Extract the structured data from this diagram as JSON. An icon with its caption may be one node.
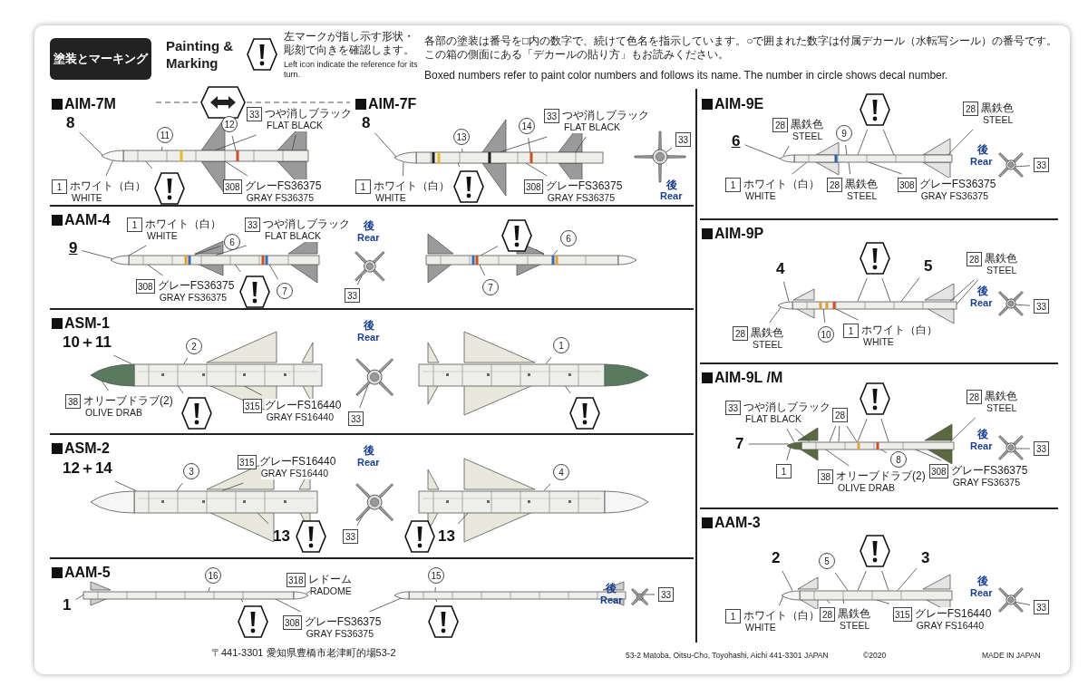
{
  "diagram": {
    "title": "塗装とマーキング",
    "nodes": [
      {
        "text": [
          "AIM-7M"
        ]
      },
      {
        "text": [
          "8"
        ],
        "in": 0
      },
      {
        "text": [
          "11"
        ],
        "in": 0
      },
      {
        "text": [
          "33",
          "つや消しブラック",
          "FLAT BLACK"
        ],
        "in": 0
      },
      {
        "text": [
          "12"
        ],
        "in": 0
      },
      {
        "text": [
          "1",
          "ホワイト（白）",
          "WHITE"
        ],
        "in": 0
      },
      {
        "text": [],
        "shape": "hexagon",
        "in": 0
      },
      {
        "text": [
          "308",
          "グレーFS36375",
          "GRAY FS36375"
        ],
        "in": 0
      },
      {
        "text": [
          "AIM-7F"
        ]
      },
      {
        "text": [
          "8"
        ],
        "in": 8
      },
      {
        "text": [
          "13"
        ],
        "in": 8
      },
      {
        "text": [
          "33",
          "つや消しブラック",
          "FLAT BLACK"
        ],
        "in": 8
      },
      {
        "text": [
          "14"
        ],
        "in": 8
      },
      {
        "text": [
          "1",
          "ホワイト（白）",
          "WHITE"
        ],
        "in": 8
      },
      {
        "text": [],
        "shape": "hexagon",
        "in": 8
      },
      {
        "text": [
          "308",
          "グレーFS36375",
          "GRAY FS36375"
        ],
        "in": 8
      },
      {
        "text": [
          "33"
        ],
        "in": 8
      },
      {
        "text": [
          "AAM-4"
        ]
      },
      {
        "text": [
          "9"
        ],
        "in": 17
      },
      {
        "text": [
          "1",
          "ホワイト（白）",
          "WHITE"
        ],
        "in": 17
      },
      {
        "text": [
          "6"
        ],
        "in": 17
      },
      {
        "text": [
          "33",
          "つや消しブラック",
          "FLAT BLACK"
        ],
        "in": 17
      },
      {
        "text": [
          "308",
          "グレーFS36375",
          "GRAY FS36375"
        ],
        "in": 17
      },
      {
        "text": [],
        "shape": "hexagon",
        "in": 17
      },
      {
        "text": [
          "7"
        ],
        "in": 17
      },
      {
        "text": [
          "33"
        ],
        "in": 17
      },
      {
        "text": [],
        "shape": "hexagon",
        "in": 17
      },
      {
        "text": [
          "6"
        ],
        "in": 17
      },
      {
        "text": [
          "7"
        ],
        "in": 17
      },
      {
        "text": [
          "ASM-1"
        ]
      },
      {
        "text": [
          "10＋11"
        ],
        "in": 29
      },
      {
        "text": [
          "2"
        ],
        "in": 29
      },
      {
        "text": [
          "38",
          "オリーブドラブ(2)",
          "OLIVE DRAB"
        ],
        "in": 29
      },
      {
        "text": [],
        "shape": "hexagon",
        "in": 29
      },
      {
        "text": [
          "315",
          "グレーFS16440",
          "GRAY FS16440"
        ],
        "in": 29
      },
      {
        "text": [
          "33"
        ],
        "in": 29
      },
      {
        "text": [
          "1"
        ],
        "in": 29
      },
      {
        "text": [],
        "shape": "hexagon",
        "in": 29
      },
      {
        "text": [
          "ASM-2"
        ]
      },
      {
        "text": [
          "12＋14"
        ],
        "in": 38
      },
      {
        "text": [
          "3"
        ],
        "in": 38
      },
      {
        "text": [
          "315",
          "グレーFS16440",
          "GRAY FS16440"
        ],
        "in": 38
      },
      {
        "text": [
          "13"
        ],
        "in": 38
      },
      {
        "text": [],
        "shape": "hexagon",
        "in": 38
      },
      {
        "text": [
          "33"
        ],
        "in": 38
      },
      {
        "text": [
          "4"
        ],
        "in": 38
      },
      {
        "text": [],
        "shape": "hexagon",
        "in": 38
      },
      {
        "text": [
          "13"
        ],
        "in": 38
      },
      {
        "text": [
          "AAM-5"
        ]
      },
      {
        "text": [
          "1"
        ],
        "in": 48
      },
      {
        "text": [
          "16"
        ],
        "in": 48
      },
      {
        "text": [
          "318",
          "レドーム",
          "RADOME"
        ],
        "in": 48
      },
      {
        "text": [
          "308",
          "グレーFS36375",
          "GRAY FS36375"
        ],
        "in": 48
      },
      {
        "text": [],
        "shape": "hexagon",
        "in": 48
      },
      {
        "text": [
          "15"
        ],
        "in": 48
      },
      {
        "text": [],
        "shape": "hexagon",
        "in": 48
      },
      {
        "text": [
          "33"
        ],
        "in": 48
      },
      {
        "text": [
          "AIM-9E"
        ]
      },
      {
        "text": [
          "6"
        ],
        "in": 57
      },
      {
        "text": [
          "28",
          "黒鉄色",
          "STEEL"
        ],
        "in": 57
      },
      {
        "text": [
          "9"
        ],
        "in": 57
      },
      {
        "text": [],
        "shape": "hexagon",
        "in": 57
      },
      {
        "text": [
          "28",
          "黒鉄色",
          "STEEL"
        ],
        "in": 57
      },
      {
        "text": [
          "1",
          "ホワイト（白）",
          "WHITE"
        ],
        "in": 57
      },
      {
        "text": [
          "28",
          "黒鉄色",
          "STEEL"
        ],
        "in": 57
      },
      {
        "text": [
          "308",
          "グレーFS36375",
          "GRAY FS36375"
        ],
        "in": 57
      },
      {
        "text": [
          "33"
        ],
        "in": 57
      },
      {
        "text": [
          "AIM-9P"
        ]
      },
      {
        "text": [
          "4"
        ],
        "in": 67
      },
      {
        "text": [],
        "shape": "hexagon",
        "in": 67
      },
      {
        "text": [
          "5"
        ],
        "in": 67
      },
      {
        "text": [
          "28",
          "黒鉄色",
          "STEEL"
        ],
        "in": 67
      },
      {
        "text": [
          "28",
          "黒鉄色",
          "STEEL"
        ],
        "in": 67
      },
      {
        "text": [
          "10"
        ],
        "in": 67
      },
      {
        "text": [
          "1",
          "ホワイト（白）",
          "WHITE"
        ],
        "in": 67
      },
      {
        "text": [
          "33"
        ],
        "in": 67
      },
      {
        "text": [
          "AIM-9L /M"
        ]
      },
      {
        "text": [
          "33",
          "つや消しブラック",
          "FLAT BLACK"
        ],
        "in": 76
      },
      {
        "text": [
          "28"
        ],
        "in": 76
      },
      {
        "text": [],
        "shape": "hexagon",
        "in": 76
      },
      {
        "text": [
          "28",
          "黒鉄色",
          "STEEL"
        ],
        "in": 76
      },
      {
        "text": [
          "7"
        ],
        "in": 76
      },
      {
        "text": [
          "1"
        ],
        "in": 76
      },
      {
        "text": [
          "38",
          "オリーブドラブ(2)",
          "OLIVE DRAB"
        ],
        "in": 76
      },
      {
        "text": [
          "8"
        ],
        "in": 76
      },
      {
        "text": [
          "308",
          "グレーFS36375",
          "GRAY FS36375"
        ],
        "in": 76
      },
      {
        "text": [
          "33"
        ],
        "in": 76
      },
      {
        "text": [
          "AAM-3"
        ]
      },
      {
        "text": [
          "2"
        ],
        "in": 87
      },
      {
        "text": [
          "5"
        ],
        "in": 87
      },
      {
        "text": [],
        "shape": "hexagon",
        "in": 87
      },
      {
        "text": [
          "3"
        ],
        "in": 87
      },
      {
        "text": [
          "1",
          "ホワイト（白）",
          "WHITE"
        ],
        "in": 87
      },
      {
        "text": [
          "28",
          "黒鉄色",
          "STEEL"
        ],
        "in": 87
      },
      {
        "text": [
          "315",
          "グレーFS16440",
          "GRAY FS16440"
        ],
        "in": 87
      },
      {
        "text": [
          "33"
        ],
        "in": 87
      },
      {
        "text": [],
        "shape": "picture",
        "in": 0
      },
      {
        "text": [],
        "shape": "picture",
        "in": 8
      },
      {
        "text": [],
        "shape": "cross",
        "in": 8
      },
      {
        "text": [],
        "shape": "picture",
        "in": 17
      },
      {
        "text": [],
        "shape": "cross",
        "in": 17
      },
      {
        "text": [],
        "shape": "picture",
        "in": 17
      },
      {
        "text": [],
        "shape": "picture",
        "in": 29
      },
      {
        "text": [],
        "shape": "cross",
        "in": 29
      },
      {
        "text": [],
        "shape": "picture",
        "in": 29
      },
      {
        "text": [],
        "shape": "picture",
        "in": 38
      },
      {
        "text": [],
        "shape": "cross",
        "in": 38
      },
      {
        "text": [],
        "shape": "picture",
        "in": 38
      },
      {
        "text": [],
        "shape": "picture",
        "in": 48
      },
      {
        "text": [],
        "shape": "picture",
        "in": 48
      },
      {
        "text": [],
        "shape": "cross",
        "in": 48
      },
      {
        "text": [],
        "shape": "picture",
        "in": 57
      },
      {
        "text": [],
        "shape": "cross",
        "in": 57
      },
      {
        "text": [],
        "shape": "picture",
        "in": 67
      },
      {
        "text": [],
        "shape": "cross",
        "in": 67
      },
      {
        "text": [],
        "shape": "picture",
        "in": 76
      },
      {
        "text": [],
        "shape": "cross",
        "in": 76
      },
      {
        "text": [],
        "shape": "picture",
        "in": 87
      },
      {
        "text": [],
        "shape": "cross",
        "in": 87
      }
    ],
    "edges": [
      {
        "from": 1,
        "to": 96,
        "arrow": "none"
      },
      {
        "from": 2,
        "to": 96,
        "arrow": "none"
      },
      {
        "from": 3,
        "to": 96,
        "arrow": "none"
      },
      {
        "from": 3,
        "to": 96,
        "arrow": "none"
      },
      {
        "from": 4,
        "to": 96,
        "arrow": "none"
      },
      {
        "from": 5,
        "to": 96,
        "arrow": "none"
      },
      {
        "from": 6,
        "to": 96,
        "arrow": "none"
      },
      {
        "from": 7,
        "to": 96,
        "arrow": "none"
      },
      {
        "from": 9,
        "to": 97,
        "arrow": "none"
      },
      {
        "from": 10,
        "to": 97,
        "arrow": "none"
      },
      {
        "from": 11,
        "to": 97,
        "arrow": "none"
      },
      {
        "from": 11,
        "to": 97,
        "arrow": "none"
      },
      {
        "from": 12,
        "to": 97,
        "arrow": "none"
      },
      {
        "from": 13,
        "to": 97,
        "arrow": "none"
      },
      {
        "from": 14,
        "to": 97,
        "arrow": "none"
      },
      {
        "from": 15,
        "to": 97,
        "arrow": "none"
      },
      {
        "from": 16,
        "to": 98,
        "arrow": "none"
      },
      {
        "from": 18,
        "to": 99,
        "arrow": "none"
      },
      {
        "from": 19,
        "to": 99,
        "arrow": "none"
      },
      {
        "from": 20,
        "to": 99,
        "arrow": "none"
      },
      {
        "from": 21,
        "to": 99,
        "arrow": "none"
      },
      {
        "from": 22,
        "to": 99,
        "arrow": "none"
      },
      {
        "from": 23,
        "to": 99,
        "arrow": "none"
      },
      {
        "from": 24,
        "to": 99,
        "arrow": "none"
      },
      {
        "from": 25,
        "to": 100,
        "arrow": "none"
      },
      {
        "from": 26,
        "to": 101,
        "arrow": "none"
      },
      {
        "from": 26,
        "to": 101,
        "arrow": "none"
      },
      {
        "from": 27,
        "to": 101,
        "arrow": "none"
      },
      {
        "from": 28,
        "to": 101,
        "arrow": "none"
      },
      {
        "from": 30,
        "to": 102,
        "arrow": "none"
      },
      {
        "from": 31,
        "to": 102,
        "arrow": "none"
      },
      {
        "from": 32,
        "to": 102,
        "arrow": "none"
      },
      {
        "from": 33,
        "to": 102,
        "arrow": "none"
      },
      {
        "from": 34,
        "to": 102,
        "arrow": "none"
      },
      {
        "from": 35,
        "to": 103,
        "arrow": "none"
      },
      {
        "from": 36,
        "to": 104,
        "arrow": "none"
      },
      {
        "from": 37,
        "to": 104,
        "arrow": "none"
      },
      {
        "from": 39,
        "to": 105,
        "arrow": "none"
      },
      {
        "from": 40,
        "to": 105,
        "arrow": "none"
      },
      {
        "from": 41,
        "to": 105,
        "arrow": "none"
      },
      {
        "from": 42,
        "to": 105,
        "arrow": "none"
      },
      {
        "from": 44,
        "to": 106,
        "arrow": "none"
      },
      {
        "from": 45,
        "to": 107,
        "arrow": "none"
      },
      {
        "from": 47,
        "to": 107,
        "arrow": "none"
      },
      {
        "from": 49,
        "to": 108,
        "arrow": "none"
      },
      {
        "from": 50,
        "to": 108,
        "arrow": "none"
      },
      {
        "from": 51,
        "to": 108,
        "arrow": "none"
      },
      {
        "from": 52,
        "to": 108,
        "arrow": "none"
      },
      {
        "from": 52,
        "to": 109,
        "arrow": "none"
      },
      {
        "from": 53,
        "to": 108,
        "arrow": "none"
      },
      {
        "from": 54,
        "to": 109,
        "arrow": "none"
      },
      {
        "from": 55,
        "to": 109,
        "arrow": "none"
      },
      {
        "from": 56,
        "to": 110,
        "arrow": "none"
      },
      {
        "from": 58,
        "to": 111,
        "arrow": "none"
      },
      {
        "from": 59,
        "to": 111,
        "arrow": "none"
      },
      {
        "from": 60,
        "to": 111,
        "arrow": "none"
      },
      {
        "from": 61,
        "to": 111,
        "arrow": "none"
      },
      {
        "from": 61,
        "to": 111,
        "arrow": "none"
      },
      {
        "from": 62,
        "to": 111,
        "arrow": "none"
      },
      {
        "from": 63,
        "to": 111,
        "arrow": "none"
      },
      {
        "from": 64,
        "to": 111,
        "arrow": "none"
      },
      {
        "from": 65,
        "to": 111,
        "arrow": "none"
      },
      {
        "from": 66,
        "to": 112,
        "arrow": "none"
      },
      {
        "from": 68,
        "to": 113,
        "arrow": "none"
      },
      {
        "from": 69,
        "to": 113,
        "arrow": "none"
      },
      {
        "from": 69,
        "to": 113,
        "arrow": "none"
      },
      {
        "from": 70,
        "to": 113,
        "arrow": "none"
      },
      {
        "from": 71,
        "to": 113,
        "arrow": "none"
      },
      {
        "from": 71,
        "to": 113,
        "arrow": "none"
      },
      {
        "from": 72,
        "to": 113,
        "arrow": "none"
      },
      {
        "from": 73,
        "to": 113,
        "arrow": "none"
      },
      {
        "from": 74,
        "to": 113,
        "arrow": "none"
      },
      {
        "from": 75,
        "to": 114,
        "arrow": "none"
      },
      {
        "from": 77,
        "to": 115,
        "arrow": "none"
      },
      {
        "from": 77,
        "to": 115,
        "arrow": "none"
      },
      {
        "from": 78,
        "to": 115,
        "arrow": "none"
      },
      {
        "from": 78,
        "to": 115,
        "arrow": "none"
      },
      {
        "from": 78,
        "to": 115,
        "arrow": "none"
      },
      {
        "from": 79,
        "to": 115,
        "arrow": "none"
      },
      {
        "from": 79,
        "to": 115,
        "arrow": "none"
      },
      {
        "from": 80,
        "to": 115,
        "arrow": "none"
      },
      {
        "from": 81,
        "to": 115,
        "arrow": "none"
      },
      {
        "from": 82,
        "to": 115,
        "arrow": "none"
      },
      {
        "from": 83,
        "to": 115,
        "arrow": "none"
      },
      {
        "from": 84,
        "to": 115,
        "arrow": "none"
      },
      {
        "from": 85,
        "to": 115,
        "arrow": "none"
      },
      {
        "from": 86,
        "to": 116,
        "arrow": "none"
      },
      {
        "from": 88,
        "to": 117,
        "arrow": "none"
      },
      {
        "from": 89,
        "to": 117,
        "arrow": "none"
      },
      {
        "from": 90,
        "to": 117,
        "arrow": "none"
      },
      {
        "from": 90,
        "to": 117,
        "arrow": "none"
      },
      {
        "from": 91,
        "to": 117,
        "arrow": "none"
      },
      {
        "from": 92,
        "to": 117,
        "arrow": "none"
      },
      {
        "from": 93,
        "to": 117,
        "arrow": "none"
      },
      {
        "from": 93,
        "to": 117,
        "arrow": "none"
      },
      {
        "from": 94,
        "to": 117,
        "arrow": "none"
      },
      {
        "from": 95,
        "to": 118,
        "arrow": "none"
      }
    ],
    "labels": [
      "Painting & Marking",
      "左マークが指し示す形状・彫刻で向きを確認します。",
      "Left icon indicate the reference for its turn.",
      "各部の塗装は番号を□内の数字で、続けて色名を指示しています。○で囲まれた数字は付属デカール（水転写シール）の番号です。この箱の側面にある「デカールの貼り方」もお読みください。",
      "Boxed numbers refer to paint color numbers and follows its name. The number in circle shows decal number.",
      "後",
      "Rear",
      "後",
      "Rear",
      "後",
      "Rear",
      "後",
      "Rear",
      "後",
      "Rear",
      "後",
      "Rear",
      "後",
      "Rear",
      "後",
      "Rear",
      "後",
      "Rear",
      "〒441-3301 愛知県豊橋市老津町的場53-2",
      "53-2 Matoba, Oitsu-Cho, Toyohashi, Aichi 441-3301 JAPAN",
      "©2020",
      "MADE IN JAPAN"
    ]
  }
}
